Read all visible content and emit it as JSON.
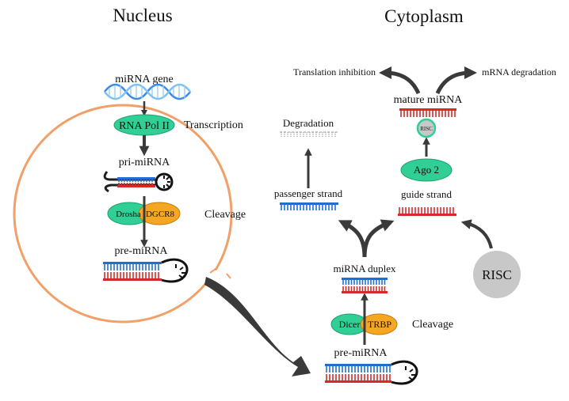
{
  "headings": {
    "nucleus": "Nucleus",
    "cytoplasm": "Cytoplasm"
  },
  "nucleus": {
    "gene_label": "miRNA gene",
    "polymerase": "RNA Pol II",
    "transcription": "Transcription",
    "pri_label": "pri-miRNA",
    "drosha": "Drosha",
    "dgcr8": "DGCR8",
    "cleavage": "Cleavage",
    "pre_label": "pre-miRNA"
  },
  "cytoplasm": {
    "pre_label": "pre-miRNA",
    "dicer": "Dicer",
    "trbp": "TRBP",
    "cleavage": "Cleavage",
    "duplex_label": "miRNA duplex",
    "passenger_label": "passenger strand",
    "guide_label": "guide strand",
    "degradation": "Degradation",
    "ago2": "Ago 2",
    "risc_small": "RISC",
    "risc_large": "RISC",
    "mature_label": "mature miRNA",
    "translation_inhibition": "Translation inhibition",
    "mrna_degradation": "mRNA degradation"
  },
  "colors": {
    "membrane": "#f0a068",
    "blue_strand": "#1f6fd1",
    "red_strand": "#d42a2a",
    "green_protein": "#2fcf95",
    "orange_protein": "#f5a623",
    "arrow": "#3a3a3a",
    "risc_gray": "#c8c8c8"
  }
}
